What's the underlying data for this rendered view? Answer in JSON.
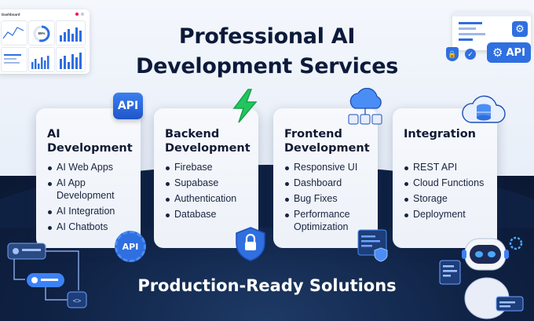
{
  "title": {
    "line1": "Professional AI",
    "line2": "Development Services"
  },
  "cards": [
    {
      "heading": "AI\nDevelopment",
      "items": [
        "AI Web Apps",
        "AI App Development",
        "AI Integration",
        "AI Chatbots"
      ]
    },
    {
      "heading": "Backend\nDevelopment",
      "items": [
        "Firebase",
        "Supabase",
        "Authentication",
        "Database"
      ]
    },
    {
      "heading": "Frontend\nDevelopment",
      "items": [
        "Responsive UI",
        "Dashboard",
        "Bug Fixes",
        "Performance Optimization"
      ]
    },
    {
      "heading": "Integration",
      "items": [
        "REST API",
        "Cloud Functions",
        "Storage",
        "Deployment"
      ]
    }
  ],
  "badges": {
    "api_card": "API",
    "api_gear": "API",
    "api_top_right": "API"
  },
  "dashboard": {
    "title": "Dashboard",
    "percent": "55%"
  },
  "footer": "Production-Ready Solutions",
  "colors": {
    "primary": "#2f6fe0",
    "dark": "#0f2143",
    "title": "#0c1a3a",
    "accent_green": "#22c55e"
  }
}
